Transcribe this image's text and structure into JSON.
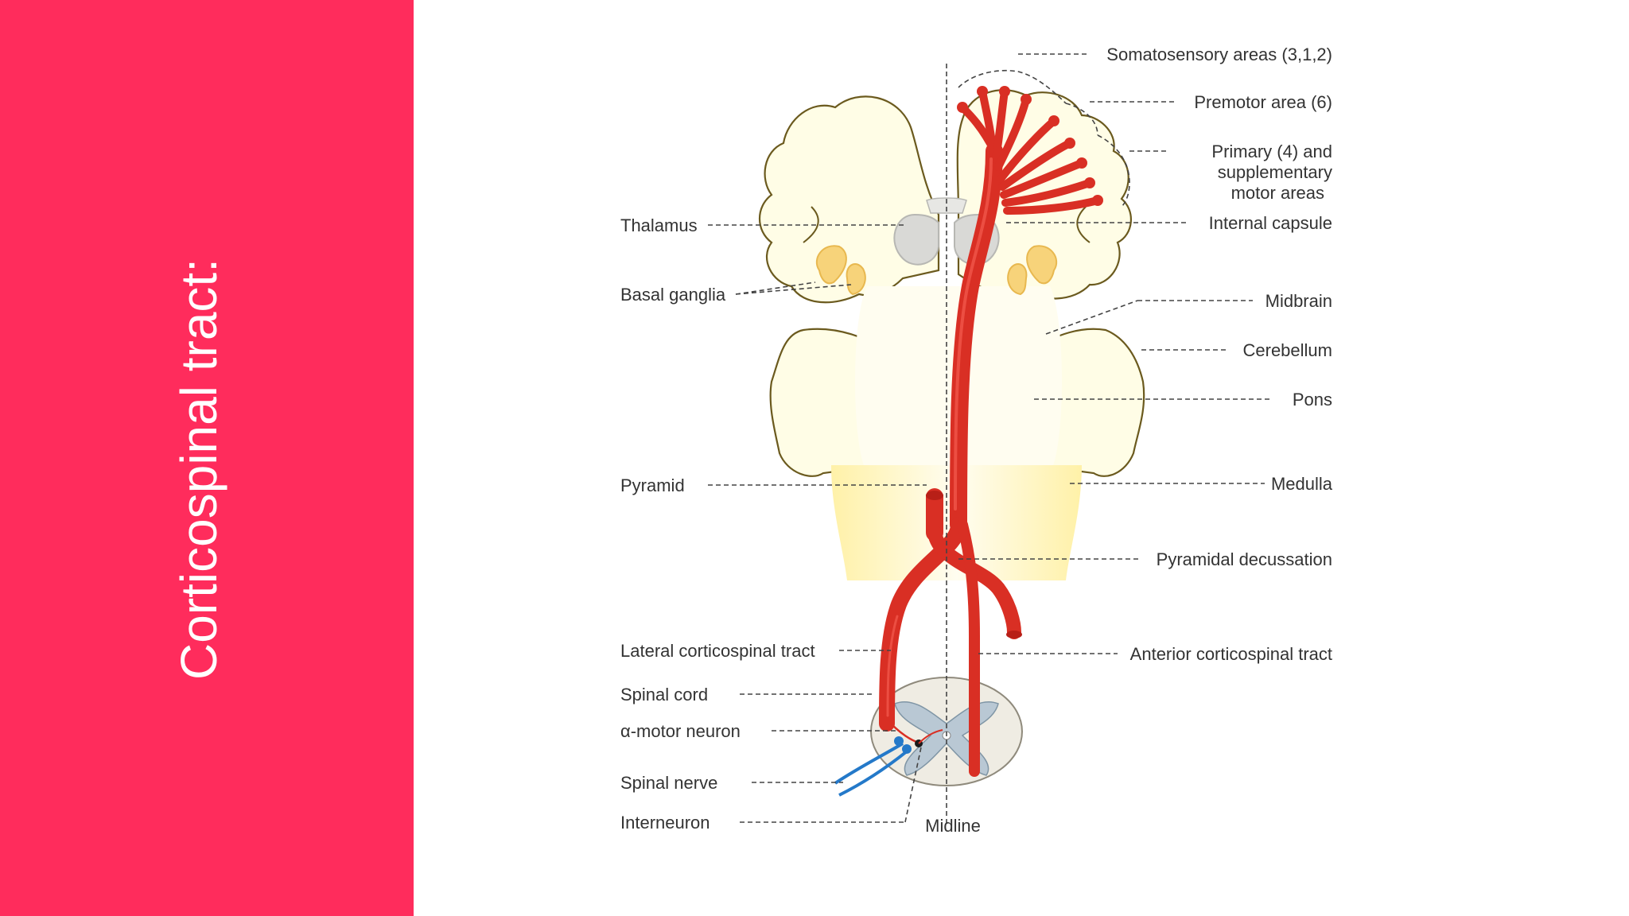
{
  "slide": {
    "title": "Corticospinal tract:",
    "accent_color": "#ff2c5c"
  },
  "diagram": {
    "labels": {
      "somatosensory": "Somatosensory areas (3,1,2)",
      "premotor": "Premotor area (6)",
      "primary_line1": "Primary (4) and",
      "primary_line2": "supplementary",
      "primary_line3": "motor areas",
      "thalamus": "Thalamus",
      "internal_capsule": "Internal capsule",
      "basal_ganglia": "Basal ganglia",
      "midbrain": "Midbrain",
      "cerebellum": "Cerebellum",
      "pons": "Pons",
      "pyramid": "Pyramid",
      "medulla": "Medulla",
      "pyramidal_decussation": "Pyramidal decussation",
      "lateral_cst": "Lateral corticospinal tract",
      "anterior_cst": "Anterior corticospinal tract",
      "spinal_cord": "Spinal cord",
      "alpha_motor_neuron": "α-motor neuron",
      "spinal_nerve": "Spinal nerve",
      "interneuron": "Interneuron",
      "midline": "Midline"
    },
    "colors": {
      "tract": "#d92f24",
      "tract_highlight": "#f0564a",
      "brain_tissue": "#fffde6",
      "basal_ganglia": "#f7d37a",
      "thalamus": "#d9d9d6",
      "spinal_nerve": "#2479c9"
    }
  }
}
